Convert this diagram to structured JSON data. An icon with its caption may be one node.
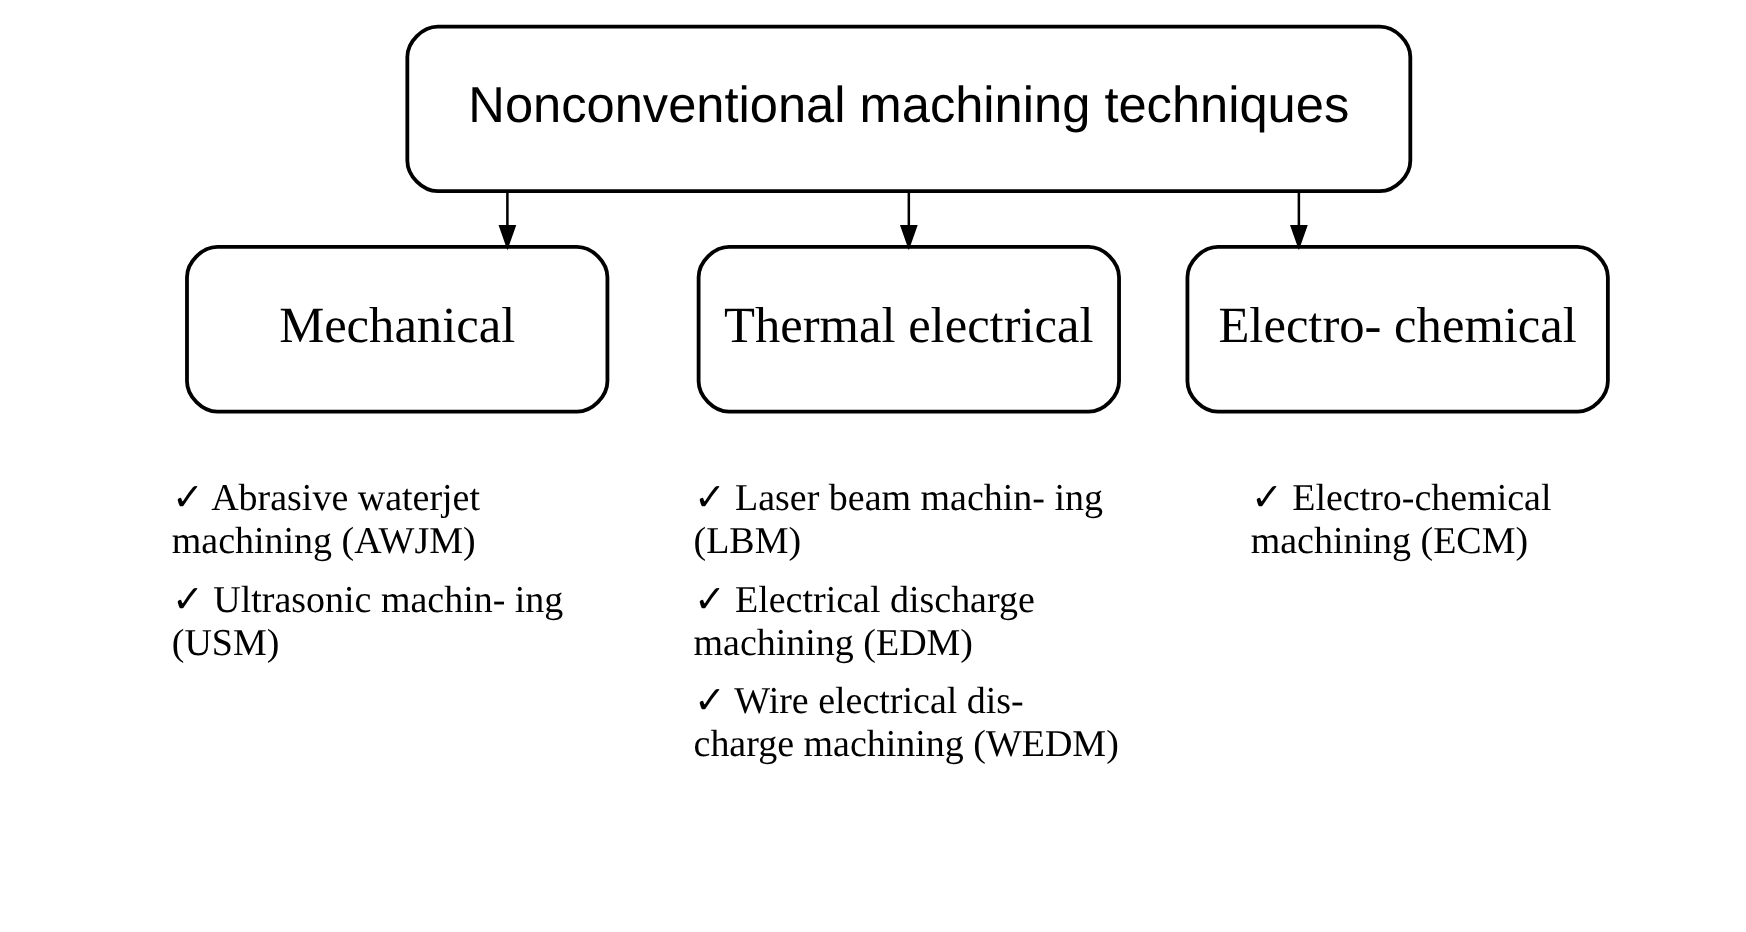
{
  "diagram": {
    "nodes": [
      {
        "text": [
          "Nonconventional machining techniques"
        ]
      },
      {
        "text": [
          "Mechanical"
        ],
        "beside": [
          "✓ Abrasive waterjet machining (AWJM)",
          "✓ Ultrasonic machin- ing (USM)"
        ]
      },
      {
        "text": [
          "Thermal electrical"
        ],
        "beside": [
          "✓ Laser beam machin- ing (LBM)",
          "✓ Electrical discharge machining (EDM)",
          "✓ Wire electrical dis- charge machining (WEDM)"
        ]
      },
      {
        "text": [
          "Electro- chemical"
        ],
        "beside": [
          "✓ Electro-chemical machining (ECM)"
        ]
      }
    ],
    "edges": [
      {
        "from": 0,
        "to": 1,
        "arrow": "to"
      },
      {
        "from": 0,
        "to": 2,
        "arrow": "to"
      },
      {
        "from": 0,
        "to": 3,
        "arrow": "to"
      }
    ]
  }
}
